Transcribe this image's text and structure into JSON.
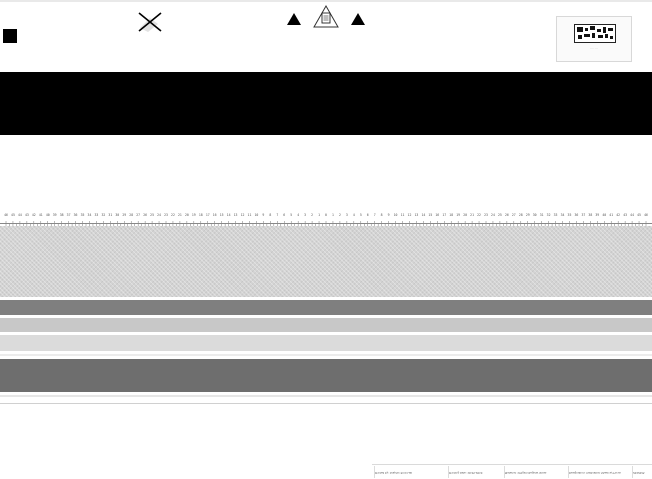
{
  "marks": {
    "left_square": "registration-square",
    "cross": "cross-mark",
    "triangles": [
      "triangle",
      "triangle"
    ],
    "center_symbol": "document-in-triangle-icon"
  },
  "label": {
    "caption": "· · · · · · ·"
  },
  "ruler": {
    "labels": [
      "46",
      "45",
      "44",
      "43",
      "42",
      "41",
      "40",
      "39",
      "38",
      "37",
      "36",
      "35",
      "34",
      "33",
      "32",
      "31",
      "30",
      "29",
      "28",
      "27",
      "26",
      "25",
      "24",
      "23",
      "22",
      "21",
      "20",
      "19",
      "18",
      "17",
      "16",
      "15",
      "14",
      "13",
      "12",
      "11",
      "10",
      "9",
      "8",
      "7",
      "6",
      "5",
      "4",
      "3",
      "2",
      "1",
      "0",
      "1",
      "2",
      "3",
      "4",
      "5",
      "6",
      "7",
      "8",
      "9",
      "10",
      "11",
      "12",
      "13",
      "14",
      "15",
      "16",
      "17",
      "18",
      "19",
      "20",
      "21",
      "22",
      "23",
      "24",
      "25",
      "26",
      "27",
      "28",
      "29",
      "30",
      "31",
      "32",
      "33",
      "34",
      "35",
      "36",
      "37",
      "38",
      "39",
      "40",
      "41",
      "42",
      "43",
      "44",
      "45",
      "46"
    ]
  },
  "footer": {
    "cells": [
      "Printed by: Graphic Print Lab",
      "Printing date: 19-05-2010",
      "Material: 170gsm Regular Gloss",
      "Designation: Calibration Sheet w/ Focus",
      "2042025"
    ]
  },
  "colors": {
    "black_band": "#000000",
    "gray_pattern": "#d3d3d3",
    "band_dark": "#7f7f7f",
    "band_light": "#c8c8c8",
    "band_lighter": "#dbdbdb",
    "band_mid": "#6e6e6e"
  }
}
